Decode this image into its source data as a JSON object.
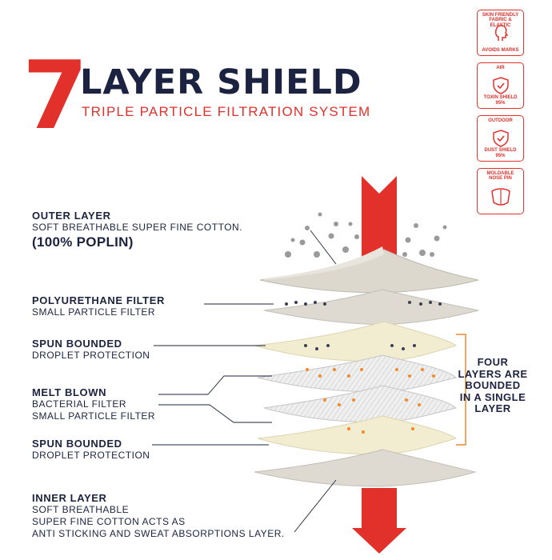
{
  "header": {
    "number": "7",
    "title": "LAYER SHIELD",
    "subtitle": "TRIPLE PARTICLE FILTRATION SYSTEM"
  },
  "badges": [
    {
      "top": "SKIN FRIENDLY FABRIC & ELASTIC",
      "bottom": "AVOIDS MARKS",
      "icon": "face-profile-icon"
    },
    {
      "top": "AIR",
      "bottom": "TOXIN SHIELD 95%",
      "icon": "shield-check-icon"
    },
    {
      "top": "OUTDOOR",
      "bottom": "DUST SHIELD 95%",
      "icon": "shield-check-icon"
    },
    {
      "top": "MOLDABLE NOSE PIN",
      "bottom": "",
      "icon": "nose-pin-icon"
    }
  ],
  "layers": {
    "outer": {
      "title": "OUTER LAYER",
      "desc": "SOFT BREATHABLE SUPER FINE COTTON.",
      "note": "(100% POPLIN)"
    },
    "polyurethane": {
      "title": "POLYURETHANE FILTER",
      "desc": "SMALL PARTICLE FILTER"
    },
    "spun1": {
      "title": "SPUN BOUNDED",
      "desc": "DROPLET PROTECTION"
    },
    "melt": {
      "title": "MELT BLOWN",
      "desc1": "BACTERIAL FILTER",
      "desc2": "SMALL PARTICLE FILTER"
    },
    "spun2": {
      "title": "SPUN BOUNDED",
      "desc": "DROPLET PROTECTION"
    },
    "inner": {
      "title": "INNER LAYER",
      "desc1": "SOFT BREATHABLE",
      "desc2": "SUPER FINE COTTON ACTS AS",
      "desc3": "ANTI STICKING AND SWEAT ABSORPTIONS LAYER."
    }
  },
  "bracket": {
    "line1": "FOUR",
    "line2": "LAYERS ARE",
    "line3": "BOUNDED",
    "line4": "IN A SINGLE",
    "line5": "LAYER"
  },
  "colors": {
    "red": "#e2312b",
    "navy": "#1c2340",
    "orange": "#f08a2c",
    "cream": "#f2ecd0",
    "gray": "#d9d6cf"
  }
}
